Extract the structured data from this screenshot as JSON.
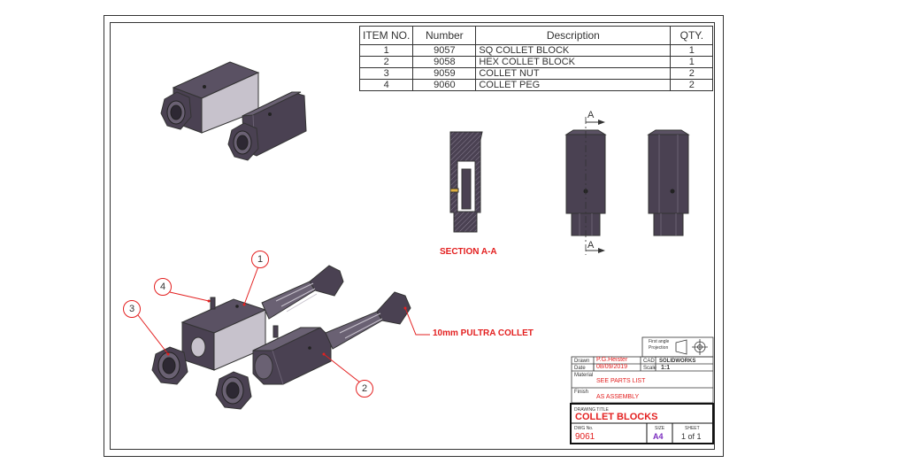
{
  "bom": {
    "headers": {
      "item": "ITEM NO.",
      "number": "Number",
      "description": "Description",
      "qty": "QTY."
    },
    "rows": [
      {
        "item": "1",
        "number": "9057",
        "description": "SQ COLLET BLOCK",
        "qty": "1"
      },
      {
        "item": "2",
        "number": "9058",
        "description": "HEX COLLET BLOCK",
        "qty": "1"
      },
      {
        "item": "3",
        "number": "9059",
        "description": "COLLET NUT",
        "qty": "2"
      },
      {
        "item": "4",
        "number": "9060",
        "description": "COLLET PEG",
        "qty": "2"
      }
    ]
  },
  "views": {
    "section_label": "SECTION A-A",
    "section_marker": "A"
  },
  "callouts": {
    "balloons": [
      "1",
      "2",
      "3",
      "4"
    ],
    "collet_note": "10mm PULTRA COLLET"
  },
  "title_block": {
    "drawn_label": "Drawn",
    "drawn_value": "P.G.Heister",
    "date_label": "Date",
    "date_value": "08/09/2019",
    "cad_label": "CAD",
    "cad_value": "SOLIDWORKS",
    "scale_label": "Scale",
    "scale_value": "1:1",
    "material_label": "Material",
    "material_value": "SEE PARTS LIST",
    "finish_label": "Finish",
    "finish_value": "AS ASSEMBLY",
    "projection_text_1": "First angle",
    "projection_text_2": "Projection",
    "title_label": "DRAWING TITLE",
    "title_value": "COLLET BLOCKS",
    "dwg_label": "DWG No.",
    "dwg_value": "9061",
    "size_label": "SIZE",
    "size_value": "A4",
    "sheet_label": "SHEET",
    "sheet_value": "1 of 1"
  },
  "colors": {
    "part_fill": "#4a4152",
    "part_light": "#c7c2cc",
    "annotation_red": "#e32020"
  }
}
